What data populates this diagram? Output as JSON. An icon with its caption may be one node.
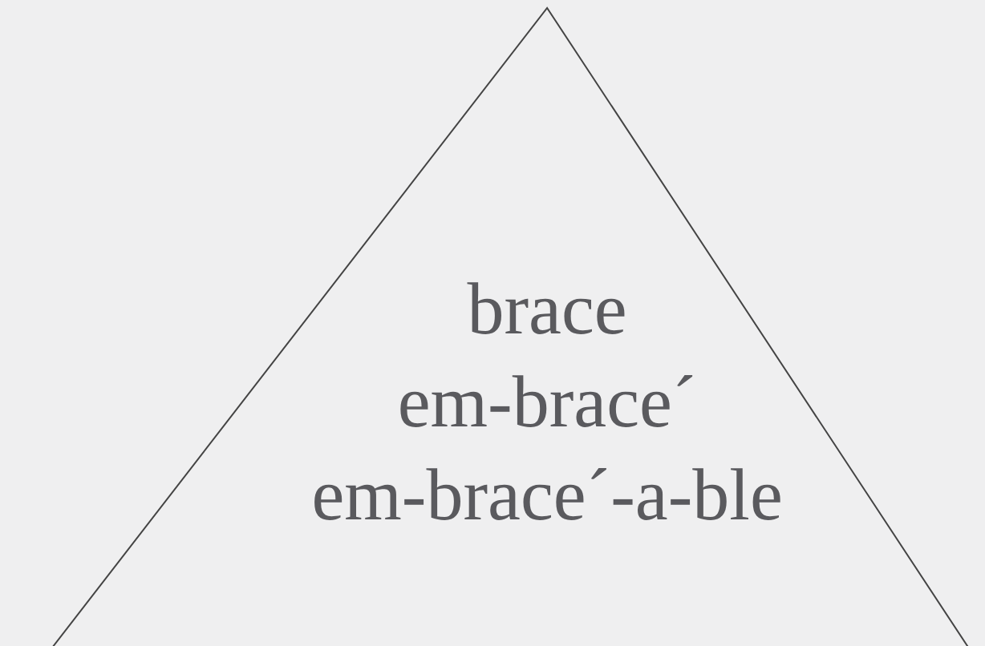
{
  "diagram": {
    "nodes": [
      {
        "text": [
          "brace",
          "em-brace´",
          "em-brace´-a-ble"
        ]
      }
    ]
  }
}
